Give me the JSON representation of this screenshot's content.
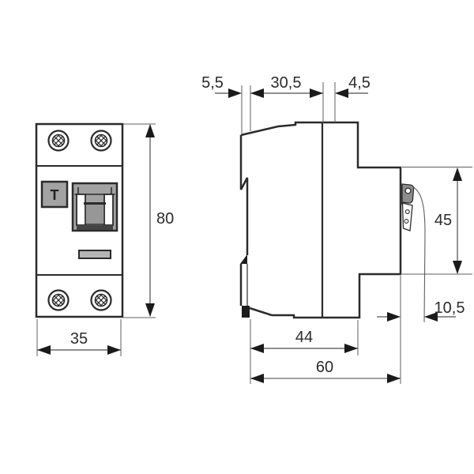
{
  "drawing": {
    "views": [
      "front-view",
      "side-view"
    ],
    "unit_style": "millimetres-comma-decimal"
  },
  "dims": {
    "front_width": "35",
    "front_height": "80",
    "side_top_left": "5,5",
    "side_top_mid": "30,5",
    "side_top_right": "4,5",
    "side_right": "45",
    "side_bottom_inner": "44",
    "side_bottom_outer": "60",
    "side_clip": "10,5"
  },
  "front": {
    "test_button": "T"
  },
  "colors": {
    "line": "#2b2b2b",
    "dim_line": "#4c4c4c",
    "light_dim_line": "#a0a0a0",
    "arrow": "#1a1a1a",
    "panel_gray": "#a3a2a2",
    "knob_gray": "#989797",
    "label_gray": "#b5b4b4",
    "clip_gray": "#8e8d8d",
    "dark": "#3c3c3c",
    "background": "#ffffff"
  }
}
